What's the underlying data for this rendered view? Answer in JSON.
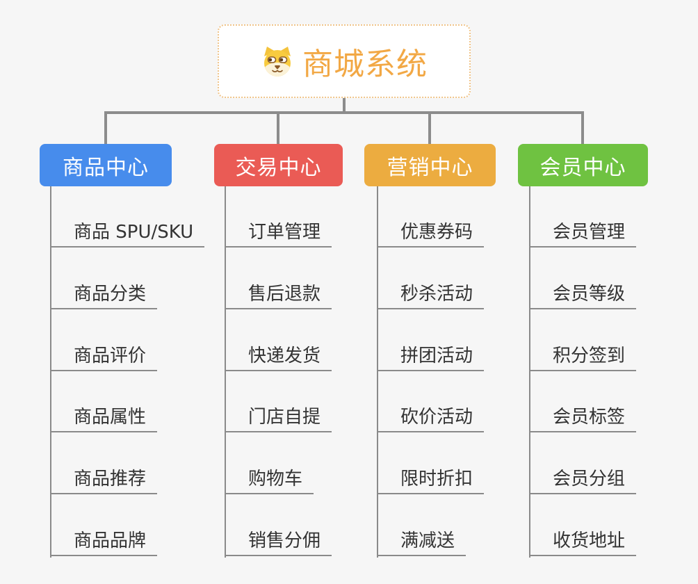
{
  "root": {
    "title": "商城系统",
    "icon": "dog-face-icon"
  },
  "branches": [
    {
      "label": "商品中心",
      "color": "#478CEC",
      "children": [
        "商品 SPU/SKU",
        "商品分类",
        "商品评价",
        "商品属性",
        "商品推荐",
        "商品品牌"
      ]
    },
    {
      "label": "交易中心",
      "color": "#EA5B55",
      "children": [
        "订单管理",
        "售后退款",
        "快递发货",
        "门店自提",
        "购物车",
        "销售分佣"
      ]
    },
    {
      "label": "营销中心",
      "color": "#ECAC40",
      "children": [
        "优惠券码",
        "秒杀活动",
        "拼团活动",
        "砍价活动",
        "限时折扣",
        "满减送"
      ]
    },
    {
      "label": "会员中心",
      "color": "#6FC241",
      "children": [
        "会员管理",
        "会员等级",
        "积分签到",
        "会员标签",
        "会员分组",
        "收货地址"
      ]
    }
  ],
  "colors": {
    "background": "#F6F6F6",
    "connector": "#8C8C8C",
    "leaf_line": "#8A8A8A",
    "leaf_text": "#333333",
    "root_title": "#F2A845",
    "root_border": "#F0C489"
  }
}
